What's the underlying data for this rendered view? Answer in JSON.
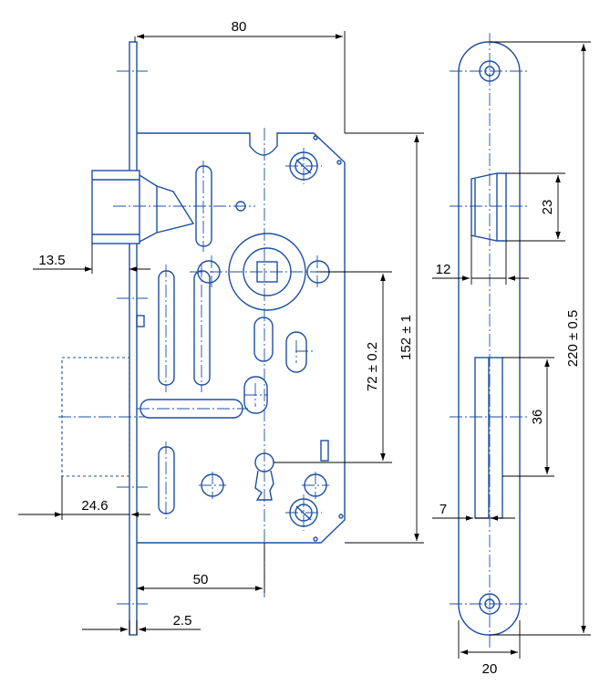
{
  "dimensions": {
    "case_depth": "80",
    "forend_offset": "13.5",
    "cylinder_projection": "24.6",
    "backset": "50",
    "forend_thickness": "2.5",
    "distance": "72 ± 0.2",
    "case_height": "152 ± 1",
    "strike_width_top": "12",
    "strike_slot_height": "23",
    "strike_length": "220 ± 0.5",
    "strike_latch_height": "36",
    "strike_width_bottom": "7",
    "strike_plate_width": "20"
  },
  "colors": {
    "part_stroke": "#1d4fa3",
    "dimension_stroke": "#000000",
    "background": "#ffffff"
  }
}
